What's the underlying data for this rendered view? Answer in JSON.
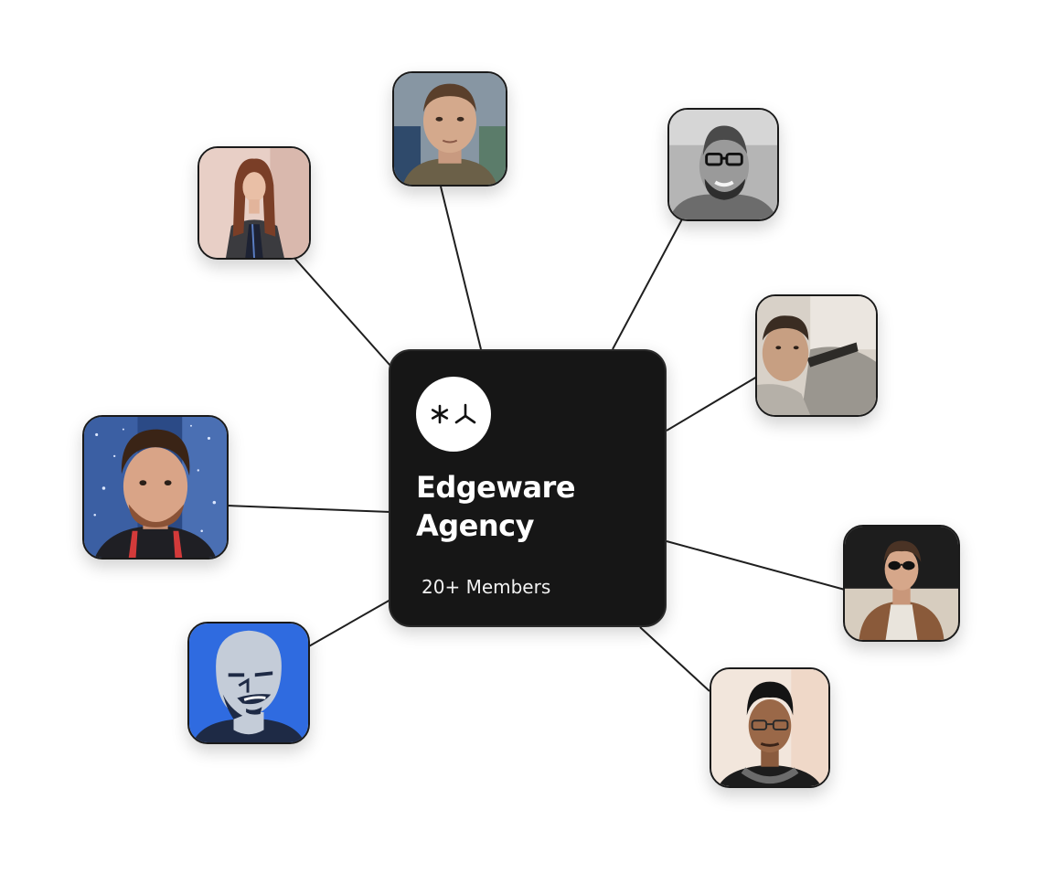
{
  "hub": {
    "name_line1": "Edgeware",
    "name_line2": "Agency",
    "members": "20+ Members",
    "logo_icon": "asterisk-tri-logo-icon"
  },
  "members": [
    {
      "id": "woman-speaker",
      "icon": "member-photo"
    },
    {
      "id": "man-buzzcut",
      "icon": "member-photo"
    },
    {
      "id": "man-glasses-bw",
      "icon": "member-photo"
    },
    {
      "id": "man-bed",
      "icon": "member-photo"
    },
    {
      "id": "man-sunglasses",
      "icon": "member-photo"
    },
    {
      "id": "man-headphones",
      "icon": "member-photo"
    },
    {
      "id": "man-illustration",
      "icon": "member-illustration"
    },
    {
      "id": "man-galaxy",
      "icon": "member-photo"
    }
  ],
  "colors": {
    "hub_bg": "#161616",
    "connector": "#1f1f1f",
    "illustration_bg": "#2f6be0"
  }
}
